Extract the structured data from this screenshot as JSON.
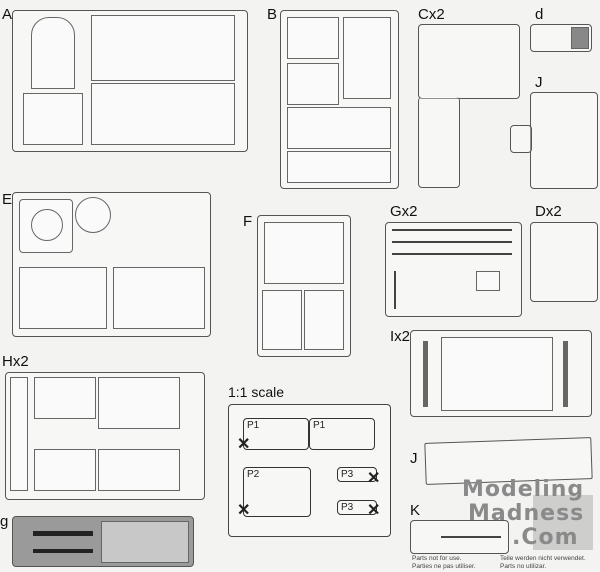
{
  "sprues": {
    "a": "A",
    "b": "B",
    "c": "Cx2",
    "d": "d",
    "j": "J",
    "e": "E",
    "f": "F",
    "g2": "Gx2",
    "d2": "Dx2",
    "i": "Ix2",
    "h": "Hx2",
    "j2": "J",
    "g": "g",
    "k": "K"
  },
  "scale": {
    "title": "1:1 scale",
    "parts": [
      "P1",
      "P1",
      "P2",
      "P3",
      "P3"
    ]
  },
  "notes": [
    "Parts not for use.",
    "Teile werden nicht verwendet.",
    "Parties ne pas utiliser.",
    "Parts no utilizar."
  ],
  "watermark": {
    "line1": "Modeling",
    "line2": "Madness",
    "line3": ".Com"
  }
}
